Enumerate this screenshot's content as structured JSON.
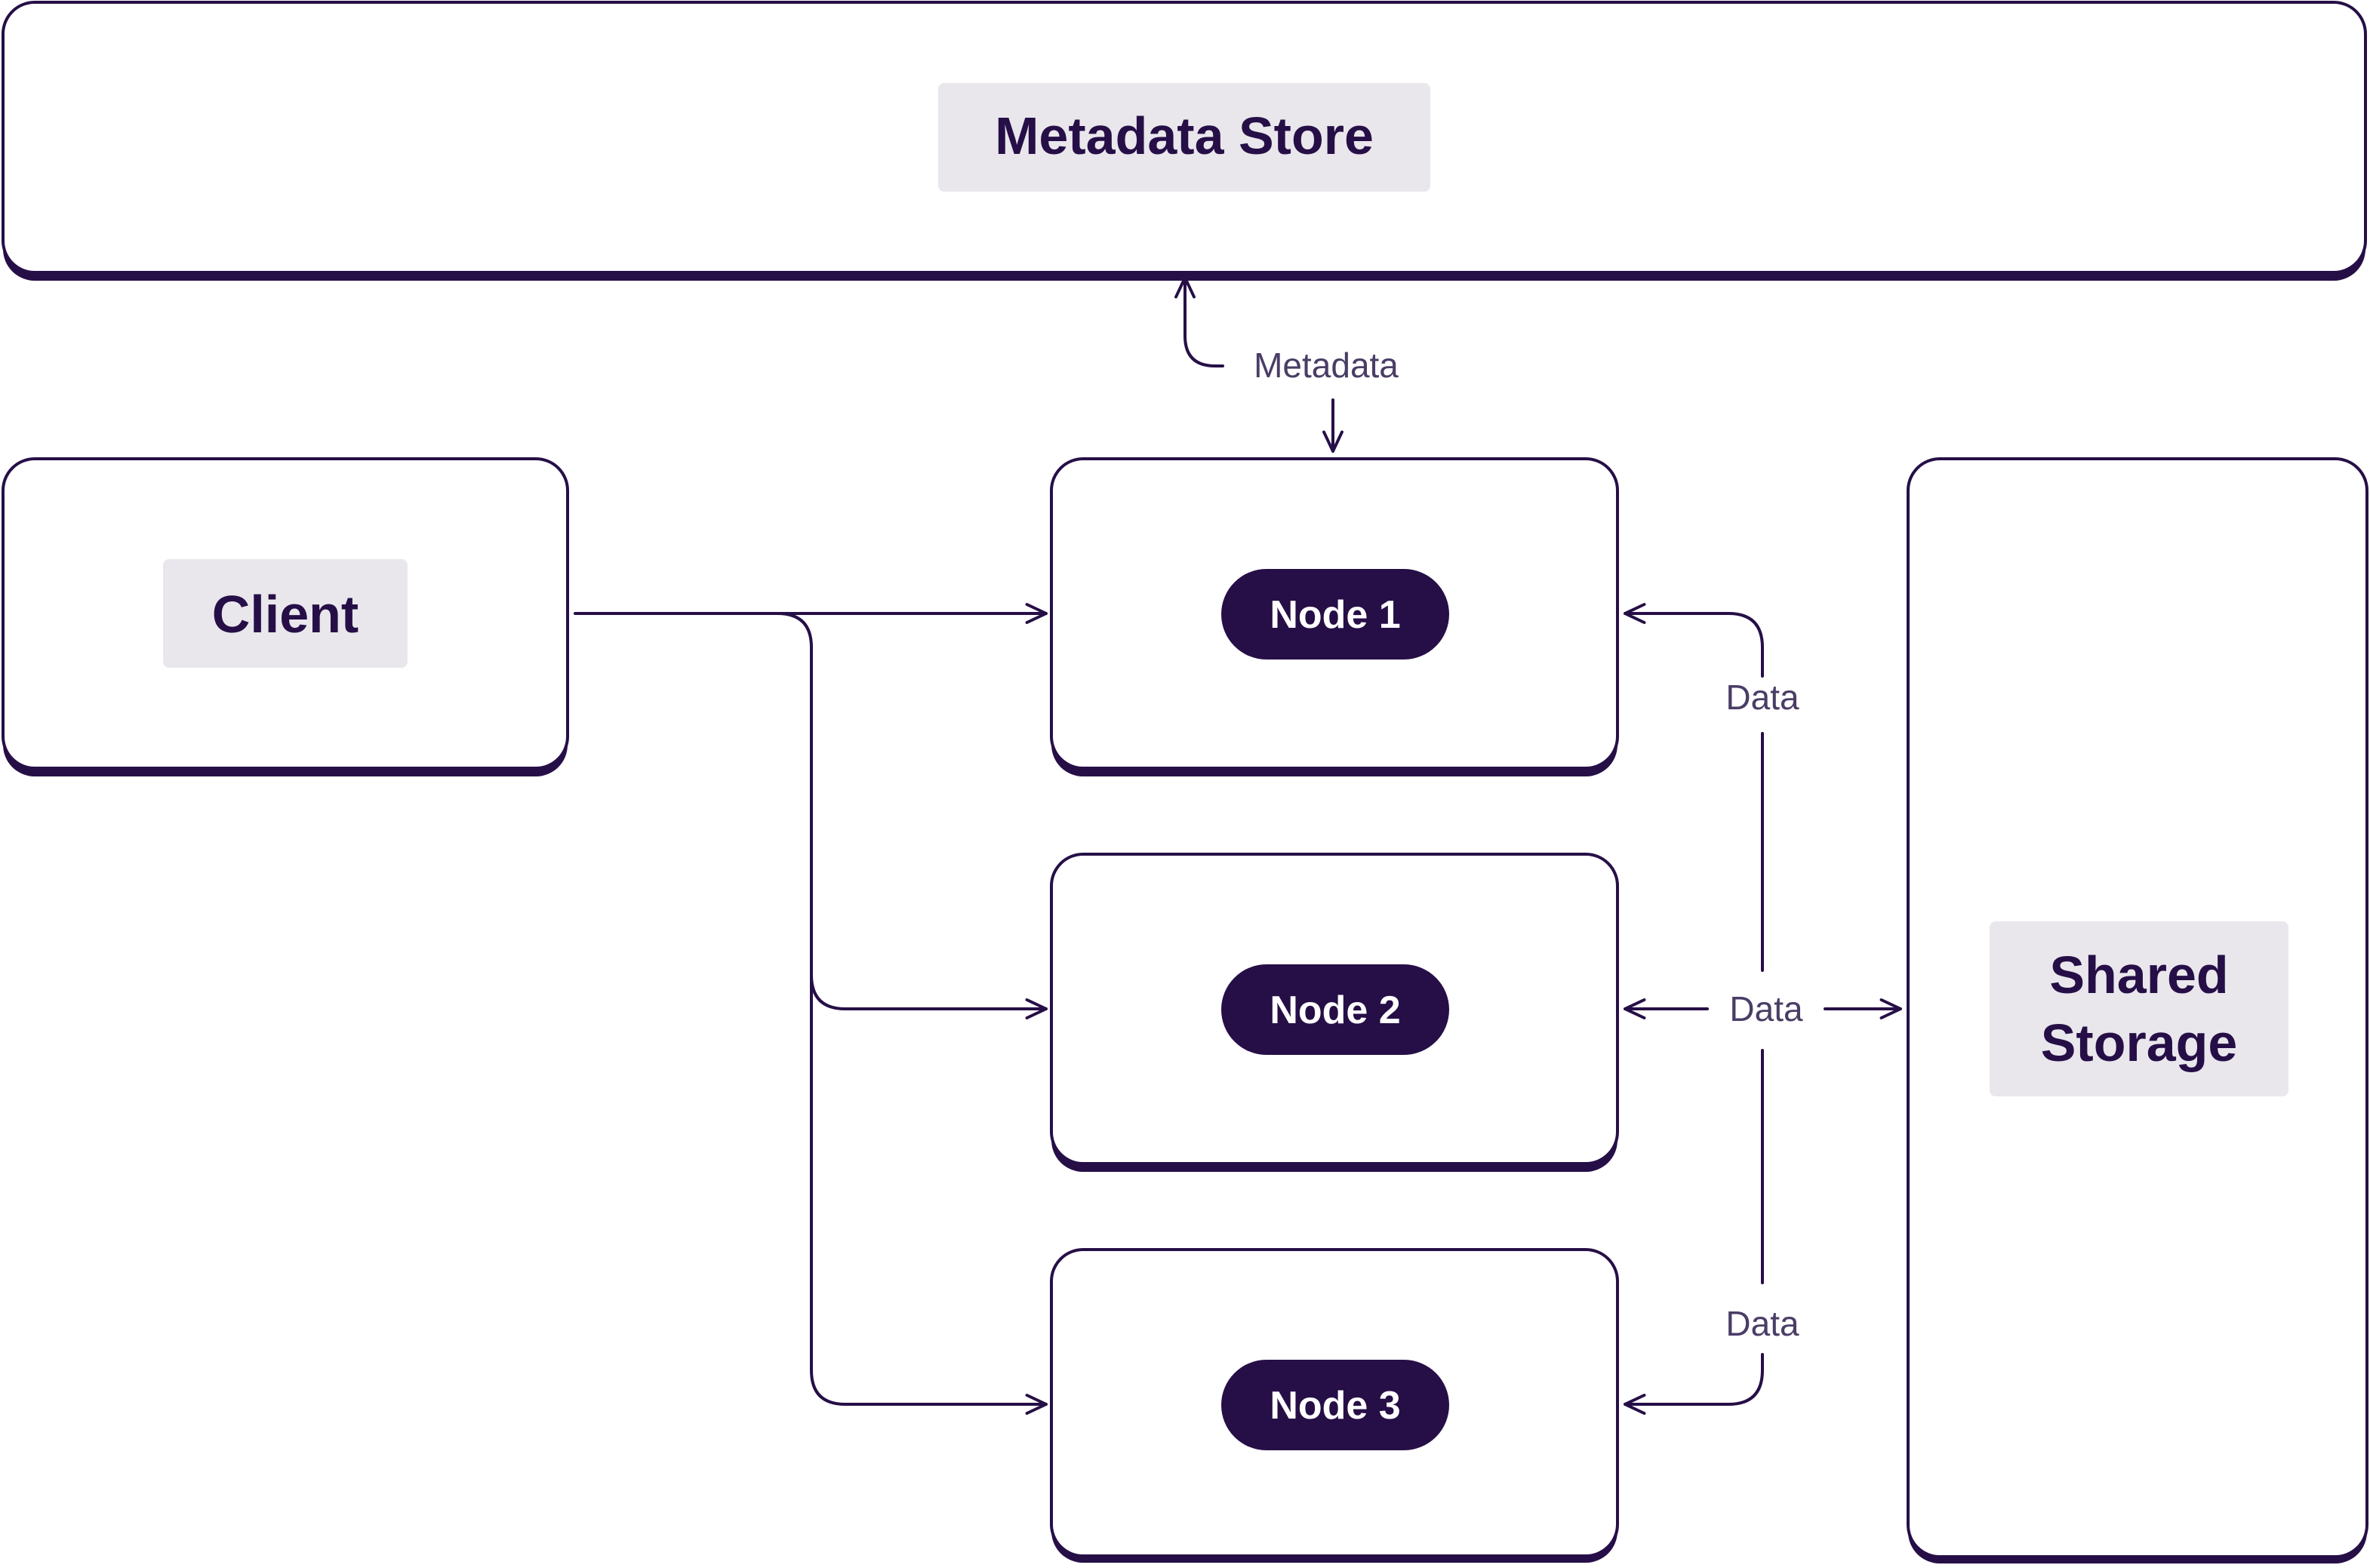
{
  "colors": {
    "ink": "#260f47",
    "label_bg": "#e9e7ec",
    "box_fill": "#ffffff",
    "edge_label": "#4a3d66",
    "node_text": "#ffffff"
  },
  "metadata_store": {
    "label": "Metadata Store"
  },
  "client": {
    "label": "Client"
  },
  "nodes": [
    {
      "label": "Node 1"
    },
    {
      "label": "Node 2"
    },
    {
      "label": "Node 3"
    }
  ],
  "shared_storage": {
    "label_line1": "Shared",
    "label_line2": "Storage"
  },
  "edges": {
    "metadata_label": "Metadata",
    "data_label_top": "Data",
    "data_label_middle": "Data",
    "data_label_bottom": "Data"
  }
}
